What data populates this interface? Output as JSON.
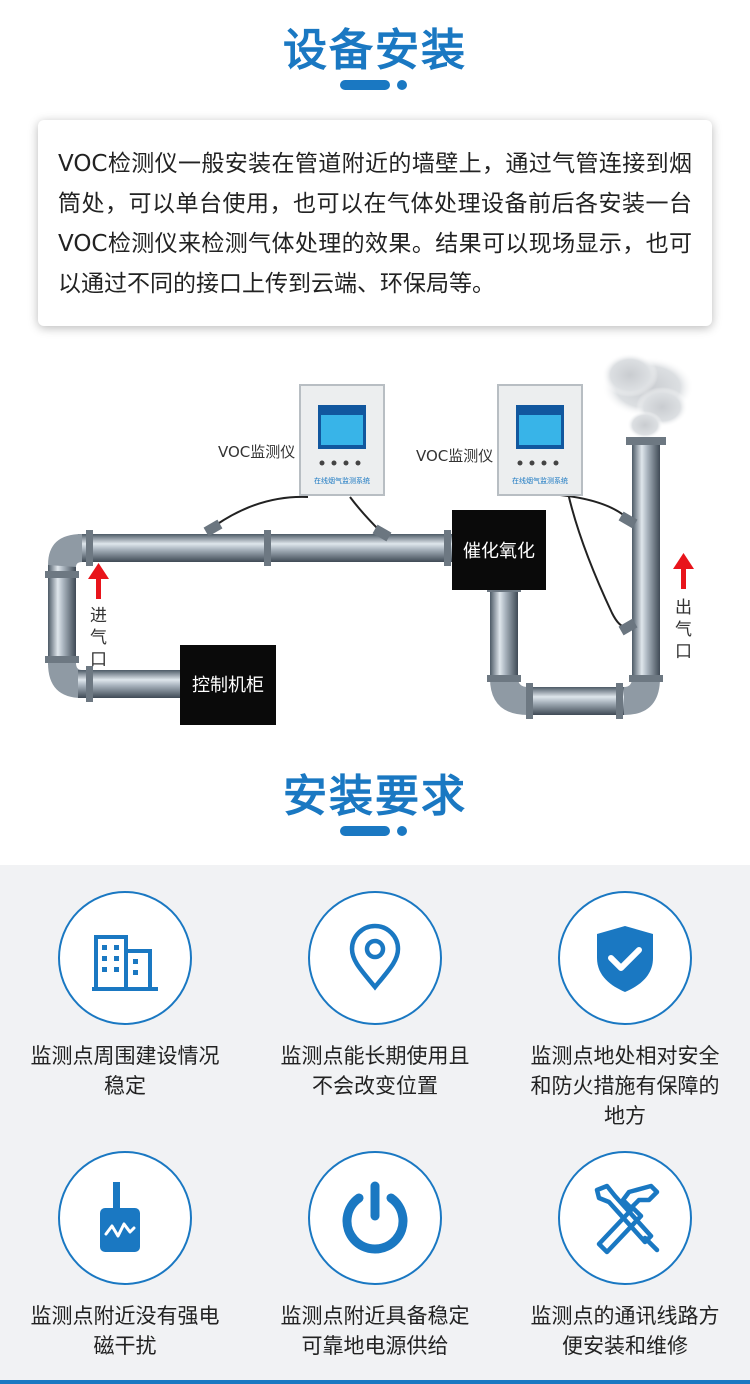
{
  "section1": {
    "title": "设备安装"
  },
  "intro": {
    "text": "VOC检测仪一般安装在管道附近的墙壁上，通过气管连接到烟筒处，可以单台使用，也可以在气体处理设备前后各安装一台VOC检测仪来检测气体处理的效果。结果可以现场显示，也可以通过不同的接口上传到云端、环保局等。"
  },
  "diagram": {
    "device_label_1": "VOC监测仪",
    "device_label_2": "VOC监测仪",
    "device_caption_1": "在线烟气监测系统",
    "device_caption_2": "在线烟气监测系统",
    "screen_header": "在线烟气监测系统",
    "catalytic_label": "催化氧化",
    "cabinet_label": "控制机柜",
    "inlet_label": "进气口",
    "outlet_label": "出气口",
    "accent_color": "#e8141b"
  },
  "section2": {
    "title": "安装要求"
  },
  "requirements": [
    {
      "icon": "building-icon",
      "text": "监测点周围建设情况稳定"
    },
    {
      "icon": "location-pin-icon",
      "text": "监测点能长期使用且不会改变位置"
    },
    {
      "icon": "shield-check-icon",
      "text": "监测点地处相对安全和防火措施有保障的地方"
    },
    {
      "icon": "signal-device-icon",
      "text": "监测点附近没有强电磁干扰"
    },
    {
      "icon": "power-icon",
      "text": "监测点附近具备稳定可靠地电源供给"
    },
    {
      "icon": "tools-icon",
      "text": "监测点的通讯线路方便安装和维修"
    }
  ],
  "colors": {
    "brand": "#1a78c2",
    "area_bg": "#f1f2f4"
  }
}
